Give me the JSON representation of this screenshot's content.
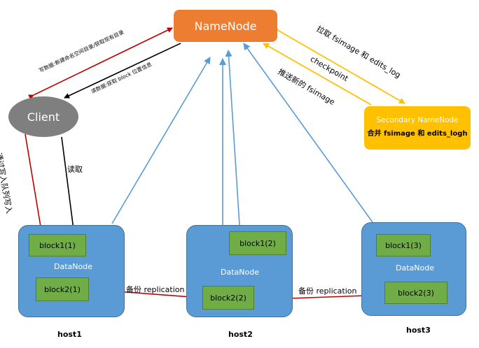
{
  "namenode": {
    "label": "NameNode"
  },
  "client": {
    "label": "Client"
  },
  "secondary": {
    "line1": "Secondary NameNode",
    "line2": "合并 fsimage 和 edits_logh"
  },
  "hosts": [
    {
      "name": "host1",
      "datanode": "DataNode",
      "blocks": [
        "block1(1)",
        "block2(1)"
      ]
    },
    {
      "name": "host2",
      "datanode": "DataNode",
      "blocks": [
        "block1(2)",
        "block2(2)"
      ]
    },
    {
      "name": "host3",
      "datanode": "DataNode",
      "blocks": [
        "block1(3)",
        "block2(3)"
      ]
    }
  ],
  "labels": {
    "write_request": "写数据:新建命名空间目录/获取现有目录",
    "read_request": "读数据:获取 block 位置信息",
    "read": "读取",
    "write_queue": "通过写入队列写入",
    "replication1": "备份 replication",
    "replication2": "备份 replication",
    "pull_fsimage": "拉取 fsimage 和 edits_log",
    "checkpoint": "checkpoint",
    "push_fsimage": "推送新的 fsimage"
  },
  "colors": {
    "namenode": "#ED7D31",
    "client": "#7F7F7F",
    "secondary": "#FFC000",
    "host": "#5B9BD5",
    "block": "#70AD47",
    "red_arrow": "#C00000",
    "blue_arrow": "#5B9BD5",
    "yellow_arrow": "#FFC000",
    "black_arrow": "#000000"
  }
}
